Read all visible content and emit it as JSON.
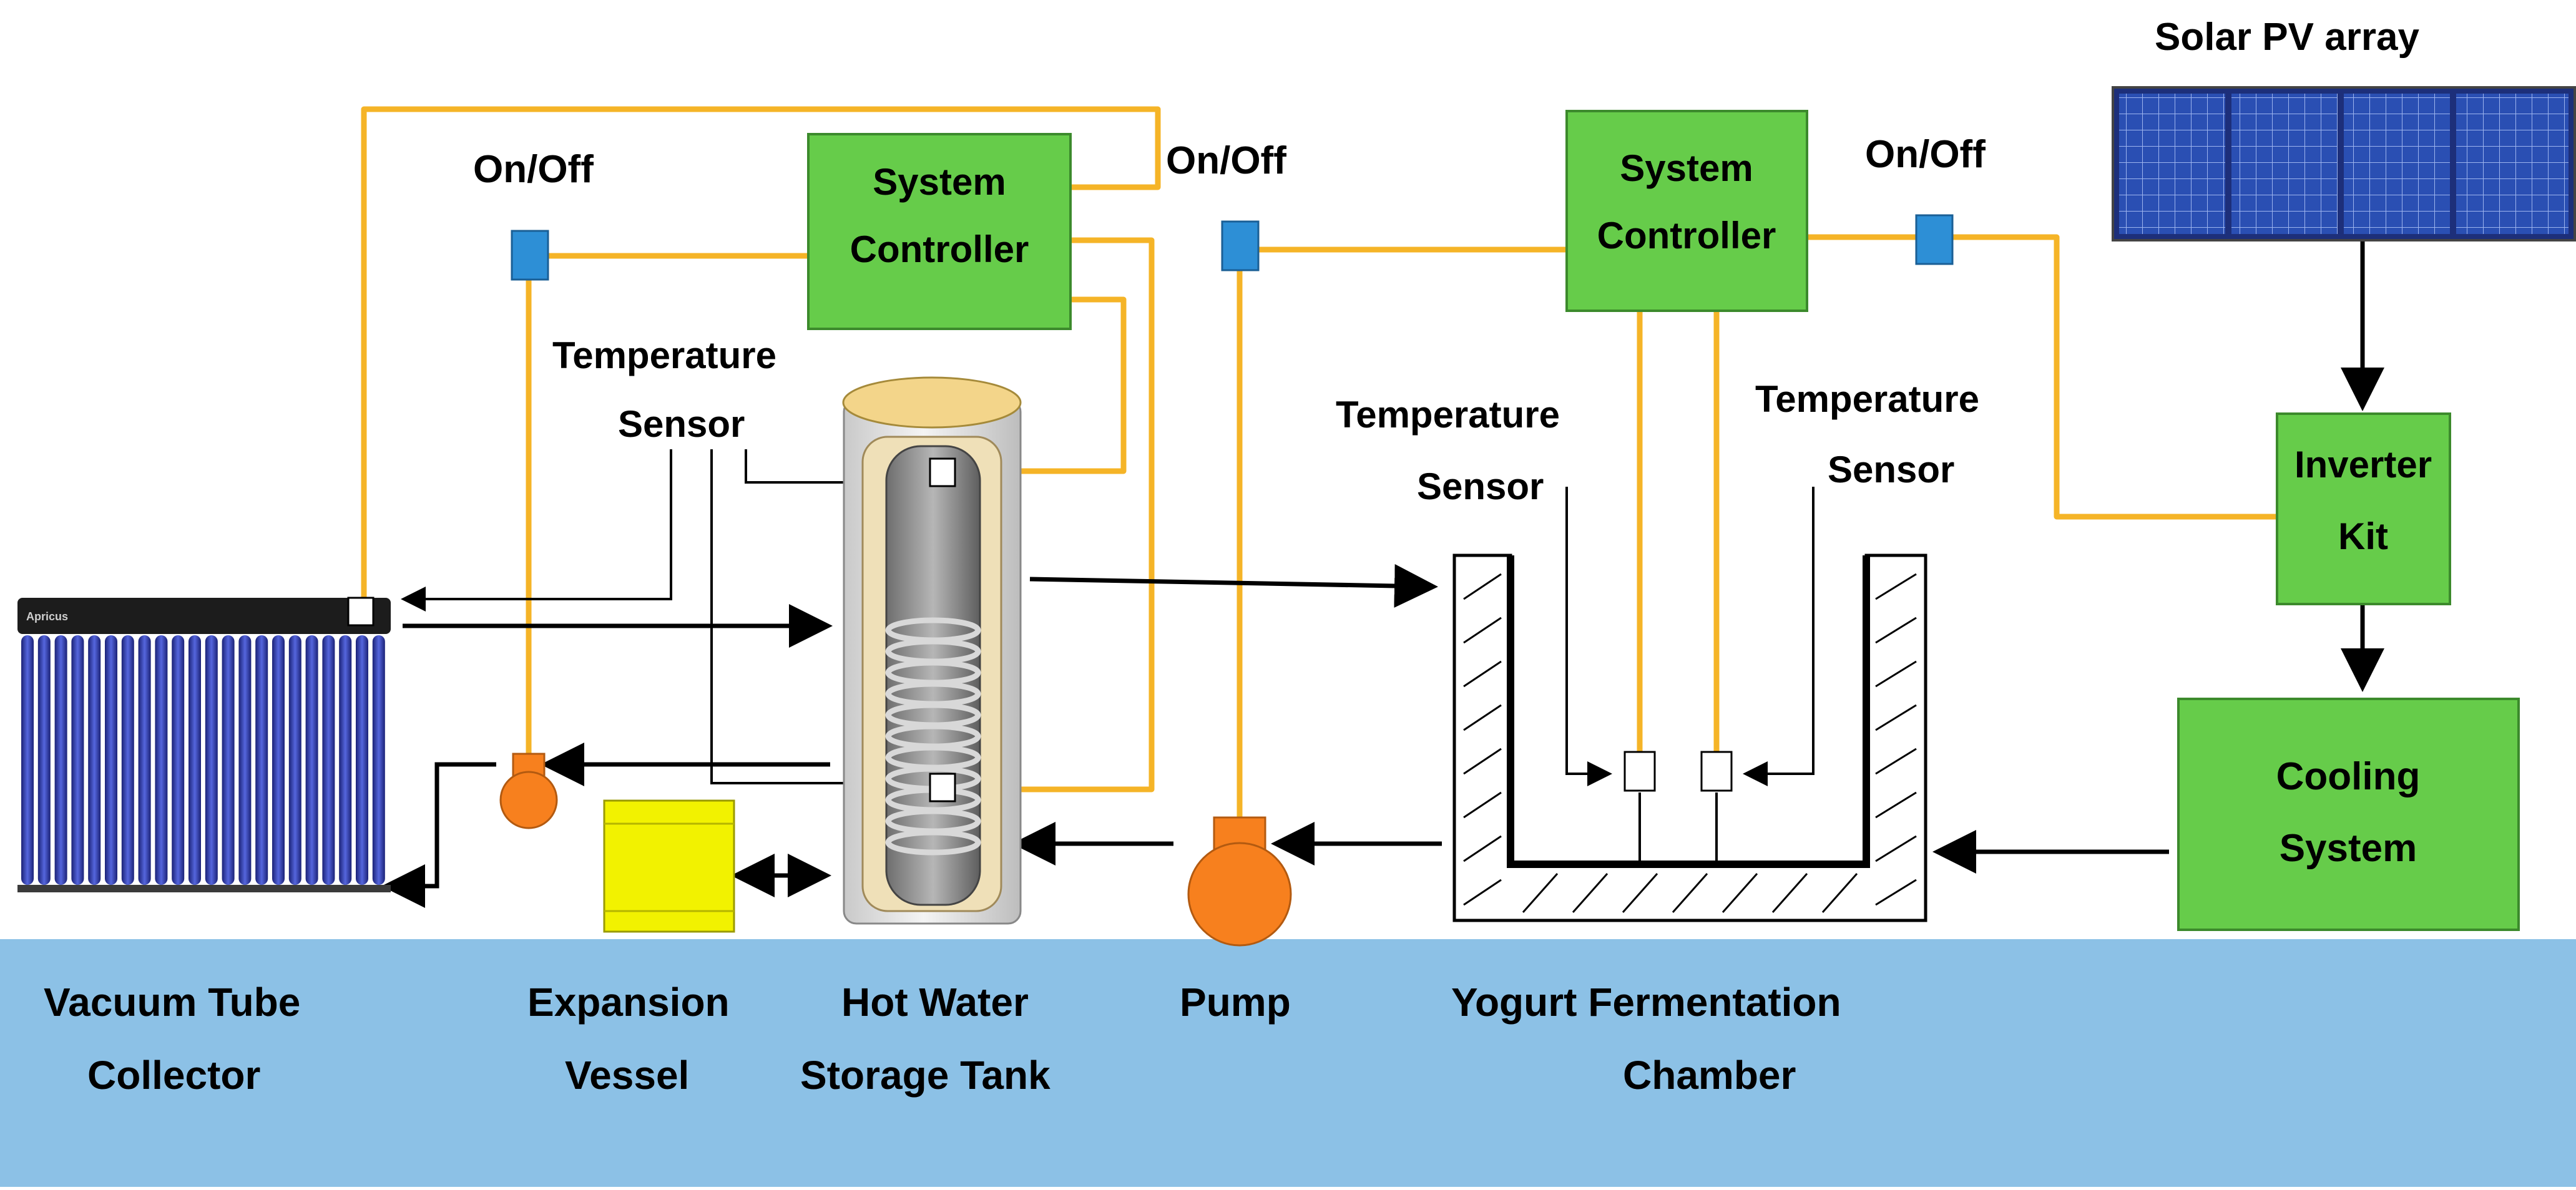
{
  "diagram": {
    "colors": {
      "wire": "#F5B427",
      "controller_fill": "#66CC4A",
      "controller_border": "#3C8A2C",
      "switch_fill": "#2D8FD6",
      "pump_fill": "#F7801E",
      "vessel_fill": "#F2F200",
      "ground_band": "#8CC1E6",
      "tube_blue": "#2F3BA6",
      "panel_blue": "#2A52B8"
    },
    "labels": {
      "solar_pv_array": "Solar PV array",
      "on_off_1": "On/Off",
      "on_off_2": "On/Off",
      "on_off_3": "On/Off",
      "controller_1_line1": "System",
      "controller_1_line2": "Controller",
      "controller_2_line1": "System",
      "controller_2_line2": "Controller",
      "temp_sensor_1_line1": "Temperature",
      "temp_sensor_1_line2": "Sensor",
      "temp_sensor_2_line1": "Temperature",
      "temp_sensor_2_line2": "Sensor",
      "temp_sensor_3_line1": "Temperature",
      "temp_sensor_3_line2": "Sensor",
      "inverter_line1": "Inverter",
      "inverter_line2": "Kit",
      "cooling_line1": "Cooling",
      "cooling_line2": "System",
      "collector_brand": "Apricus"
    },
    "bottom_labels": {
      "vacuum_tube_line1": "Vacuum Tube",
      "vacuum_tube_line2": "Collector",
      "expansion_line1": "Expansion",
      "expansion_line2": "Vessel",
      "hot_water_line1": "Hot Water",
      "hot_water_line2": "Storage Tank",
      "pump": "Pump",
      "yogurt_line1": "Yogurt Fermentation",
      "yogurt_line2": "Chamber"
    }
  }
}
